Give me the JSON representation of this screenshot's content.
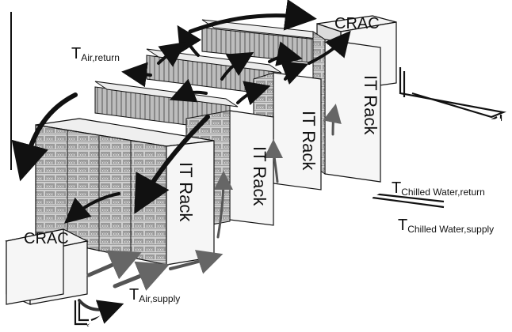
{
  "labels": {
    "t_air_return_main": "T",
    "t_air_return_sub": "Air,return",
    "t_air_supply_main": "T",
    "t_air_supply_sub": "Air,supply",
    "t_chilled_return_main": "T",
    "t_chilled_return_sub": "Chilled Water,return",
    "t_chilled_supply_main": "T",
    "t_chilled_supply_sub": "Chilled Water,supply",
    "crac_front": "CRAC",
    "crac_back": "CRAC",
    "it_rack_1": "IT Rack",
    "it_rack_2": "IT Rack",
    "it_rack_3": "IT Rack",
    "it_rack_4": "IT Rack"
  },
  "colors": {
    "line": "#111111",
    "rack_face": "#d8d8d8",
    "rack_side": "#f2f2f2",
    "arrow": "#111111",
    "arrow_grey": "#555555"
  }
}
